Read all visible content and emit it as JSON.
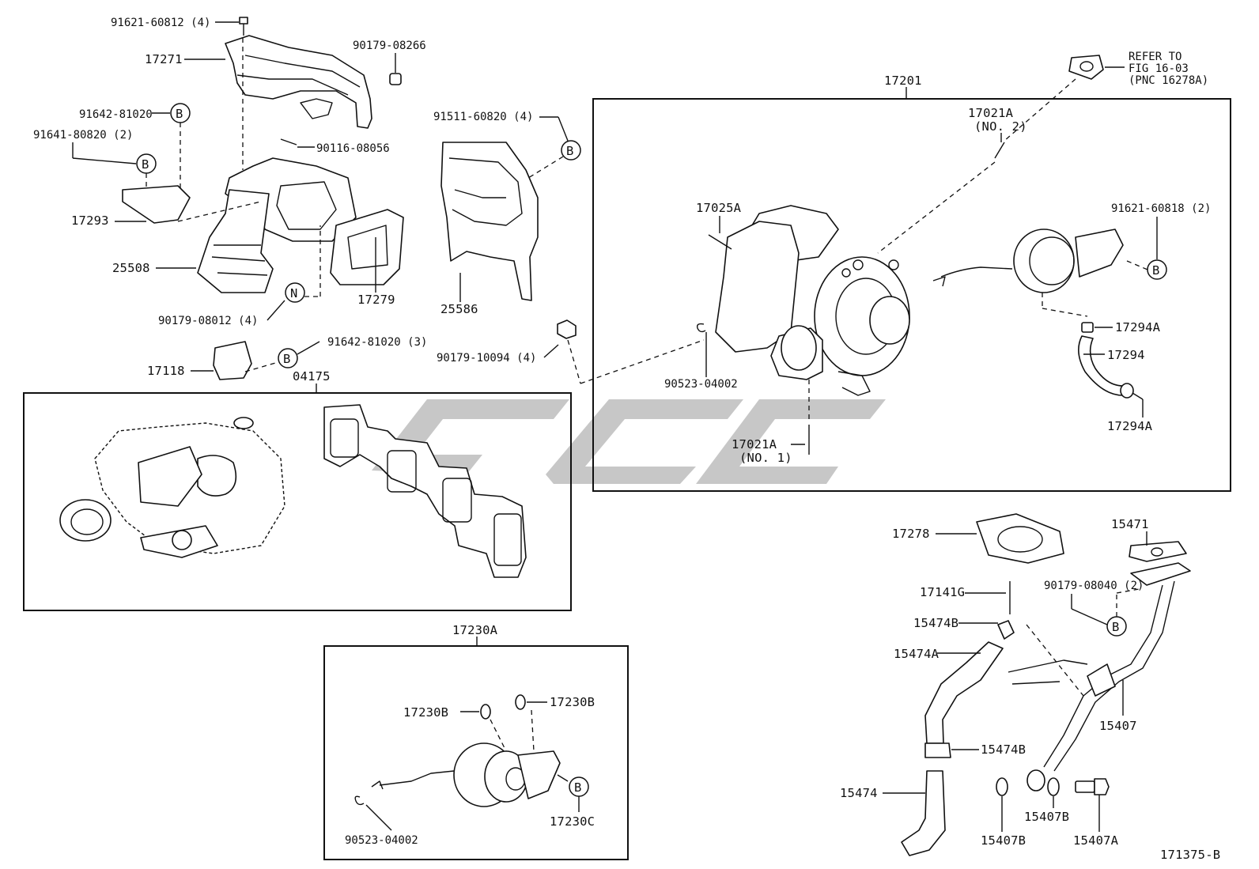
{
  "diagram": {
    "drawing_code": "171375-B",
    "ref_note": [
      "REFER TO",
      "FIG 16-03",
      "(PNC 16278A)"
    ],
    "boxes": {
      "turbo_assy": "17201",
      "gasket_kit": "04175",
      "actuator_assy": "17230A"
    },
    "callout_letters": {
      "b": "B",
      "n": "N"
    },
    "labels": {
      "p91621_60812": "91621-60812 (4)",
      "p17271": "17271",
      "p90179_08266": "90179-08266",
      "p91642_81020": "91642-81020",
      "p91641_80820": "91641-80820 (2)",
      "p90116_08056": "90116-08056",
      "p91511_60820": "91511-60820 (4)",
      "p17293": "17293",
      "p25508": "25508",
      "p17279": "17279",
      "p25586": "25586",
      "p90179_08012": "90179-08012 (4)",
      "p91642_81020_3": "91642-81020 (3)",
      "p17118": "17118",
      "p90179_10094": "90179-10094 (4)",
      "p17021a_top": "17021A",
      "p17021a_top_sub": "(NO. 2)",
      "p17025a": "17025A",
      "p91621_60818": "91621-60818 (2)",
      "p17294a_top": "17294A",
      "p17294": "17294",
      "p17294a_bot": "17294A",
      "p90523_04002": "90523-04002",
      "p17021a_bot": "17021A",
      "p17021a_bot_sub": "(NO. 1)",
      "p17278": "17278",
      "p15471": "15471",
      "p17141g": "17141G",
      "p90179_08040": "90179-08040 (2)",
      "p15474b_top": "15474B",
      "p15474a": "15474A",
      "p15407": "15407",
      "p15474b_mid": "15474B",
      "p15474": "15474",
      "p15407b_left": "15407B",
      "p15407b_right": "15407B",
      "p15407a": "15407A",
      "p17230b_left": "17230B",
      "p17230b_right": "17230B",
      "p17230c": "17230C",
      "p90523_04002_act": "90523-04002"
    }
  }
}
